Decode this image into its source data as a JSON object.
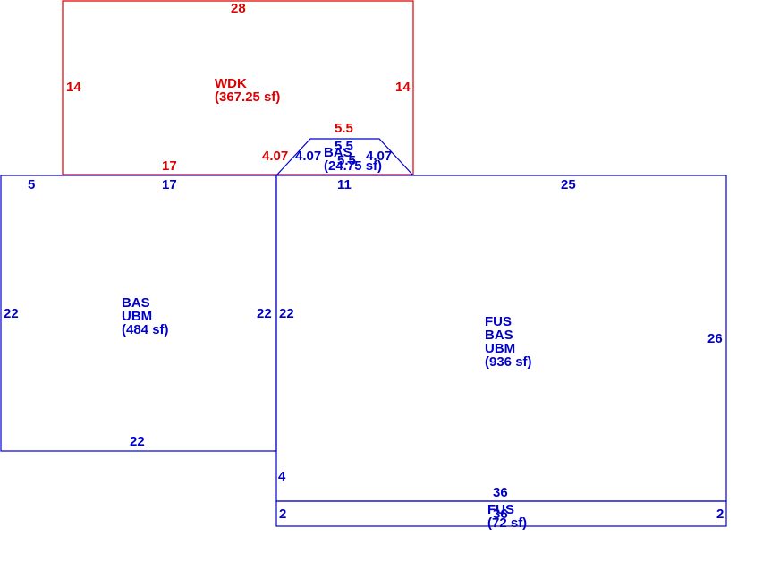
{
  "colors": {
    "main": "#0000cc",
    "deck": "#dd0000",
    "background": "#ffffff"
  },
  "areas": {
    "wdk": {
      "code": "WDK",
      "size": "(367.25 sf)"
    },
    "bay": {
      "code": "BAS",
      "size": "(24.75 sf)"
    },
    "left": {
      "codes": [
        "BAS",
        "UBM"
      ],
      "size": "(484 sf)"
    },
    "right": {
      "codes": [
        "FUS",
        "BAS",
        "UBM"
      ],
      "size": "(936 sf)"
    },
    "strip": {
      "code": "FUS",
      "size": "(72 sf)"
    }
  },
  "dimensions": {
    "wdk_top": "28",
    "wdk_left": "14",
    "wdk_right": "14",
    "wdk_bottom": "17",
    "wdk_angle": "4.07",
    "wdk_bay_top": "5.5",
    "bay_top": "5.5",
    "bay_left": "4.07",
    "bay_right": "4.07",
    "bay_under": "5.5",
    "left_top_a": "5",
    "left_top_b": "17",
    "left_left": "22",
    "left_right": "22",
    "left_bottom": "22",
    "right_top_a": "11",
    "right_top_b": "25",
    "right_left": "22",
    "right_right": "26",
    "right_notch": "4",
    "strip_top": "36",
    "strip_bottom": "36",
    "strip_left": "2",
    "strip_right": "2"
  }
}
